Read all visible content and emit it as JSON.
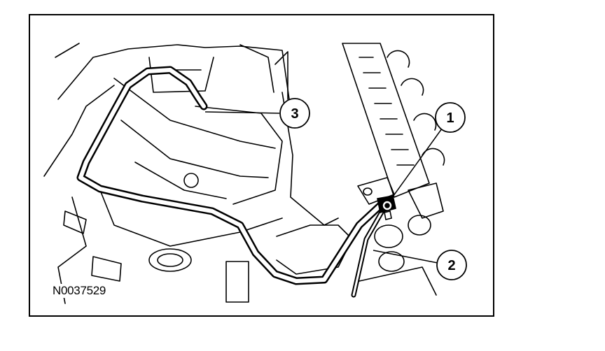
{
  "figure": {
    "reference_code": "N0037529",
    "callouts": [
      {
        "number": "1"
      },
      {
        "number": "2"
      },
      {
        "number": "3"
      }
    ]
  },
  "colors": {
    "line": "#000000",
    "background": "#ffffff"
  }
}
